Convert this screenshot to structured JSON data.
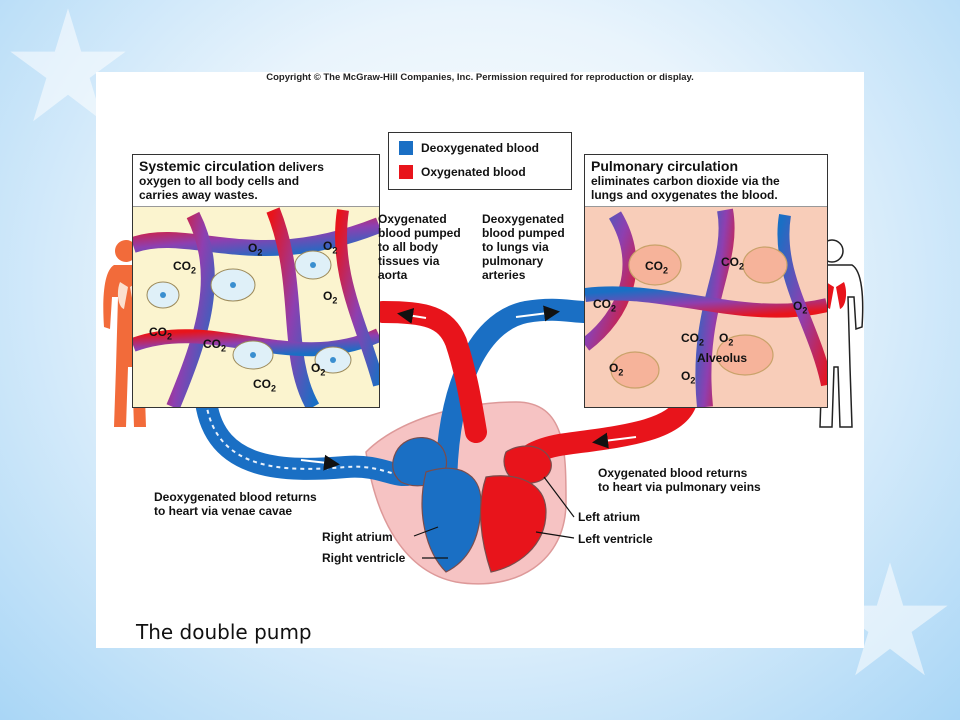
{
  "copyright": "Copyright © The McGraw-Hill Companies, Inc. Permission required for reproduction or display.",
  "legend": {
    "deoxygenated": "Deoxygenated blood",
    "oxygenated": "Oxygenated blood",
    "deoxy_color": "#1a6fc4",
    "oxy_color": "#e8141b"
  },
  "systemic": {
    "title": "Systemic circulation",
    "desc1": " delivers",
    "desc2": "oxygen to all body cells and",
    "desc3": "carries away wastes."
  },
  "pulmonary": {
    "title": "Pulmonary circulation",
    "desc1": "eliminates carbon dioxide via the",
    "desc2": "lungs and oxygenates the blood."
  },
  "labels": {
    "aorta": [
      "Oxygenated",
      "blood pumped",
      "to all body",
      "tissues via",
      "aorta"
    ],
    "pulm_arteries": [
      "Deoxygenated",
      "blood pumped",
      "to lungs via",
      "pulmonary",
      "arteries"
    ],
    "venae": [
      "Deoxygenated blood returns",
      "to heart via venae cavae"
    ],
    "pulm_veins": [
      "Oxygenated blood returns",
      "to heart via pulmonary veins"
    ],
    "right_atrium": "Right atrium",
    "right_ventricle": "Right ventricle",
    "left_atrium": "Left atrium",
    "left_ventricle": "Left ventricle",
    "alveolus": "Alveolus"
  },
  "gases": {
    "co2": "CO",
    "o2": "O",
    "sub2": "2"
  },
  "caption": "The double pump"
}
